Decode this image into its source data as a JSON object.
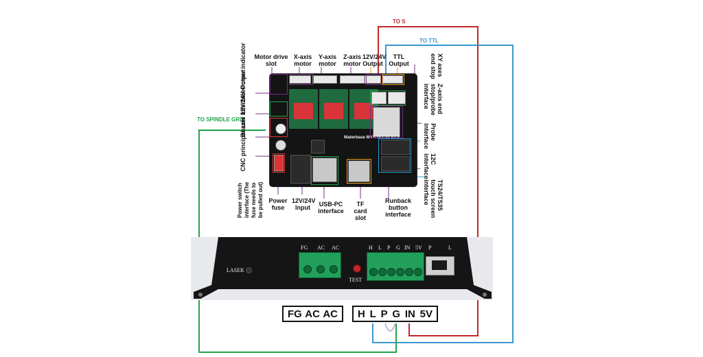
{
  "wires": {
    "to_s": "TO S",
    "to_ttl": "TO TTL",
    "to_spindle_grd": "TO SPINDLE GRD",
    "colors": {
      "red": "#c0262b",
      "blue": "#3a96cf",
      "green": "#20a44a",
      "lavender": "#b9b7d9"
    }
  },
  "board": {
    "labels": {
      "motor_drive_slot": "Motor drive slot",
      "x_axis_motor": "X-axis motor",
      "y_axis_motor": "Y-axis motor",
      "z_axis_motor": "Z-axis motor",
      "output_12v24v_top": "12V/24V Output",
      "ttl_output": "TTL Output",
      "power_indicator": "Power indicator",
      "output_12v24v_left": "12V/24V Output",
      "buzzer_interface": "Buzzer interface",
      "cnc_principal_axis": "CNC principal axis",
      "power_switch_interface": "Power switch interface (The fuse needs to be pulled out)",
      "power_fuse": "Power fuse",
      "input_12v24v": "12V/24V Input",
      "usb_pc_interface": "USB-PC interface",
      "tf_card_slot": "TF card slot",
      "runback_button_interface": "Runback button interface",
      "xy_axes_end_stop": "XY axes end stop",
      "z_axis_end_stop": "Z-axis end stop/probe interface",
      "probe_interface": "Probe interface",
      "i2c_interface": "12C interface",
      "ts24_ts35": "TS24/TS35 touch screen interface"
    },
    "silkscreen": "Makerbase MKS DLC32 V2.0"
  },
  "driver": {
    "laser_label": "LASER",
    "test_label": "TEST",
    "terminal_a_labels": [
      "FG",
      "AC",
      "AC"
    ],
    "terminal_b_labels": [
      "H",
      "L",
      "P",
      "G",
      "IN",
      "5V"
    ],
    "terminal_c_labels": [
      "P",
      "L"
    ]
  },
  "pinout": {
    "group_a": [
      "FG",
      "AC",
      "AC"
    ],
    "group_b": [
      "H",
      "L",
      "P",
      "G",
      "IN",
      "5V"
    ]
  }
}
